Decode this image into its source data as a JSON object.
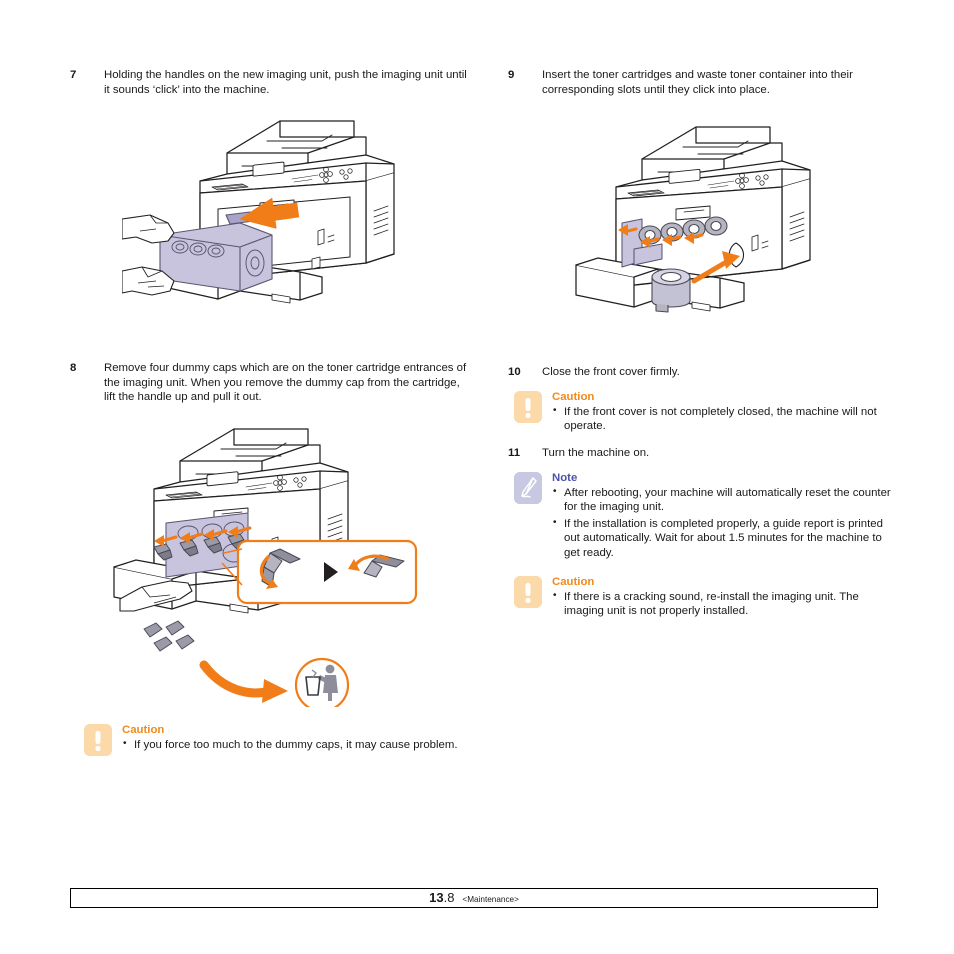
{
  "document": {
    "title": "Maintenance - Replacing the imaging unit",
    "page_number_major": "13",
    "page_number_minor": ".8",
    "section": "<Maintenance>"
  },
  "left_column": {
    "step7": {
      "number": "7",
      "text": "Holding the handles on the new imaging unit, push the imaging unit until it sounds ‘click’ into the machine."
    },
    "figure7": {
      "alt": "Printer with hands pushing the new imaging unit into the open front cover, orange arrow indicating push direction"
    },
    "step8": {
      "number": "8",
      "text": "Remove four dummy caps which are on the toner cartridge entrances of the imaging unit. When you remove the dummy cap from the cartridge, lift the handle up and pull it out."
    },
    "figure8": {
      "alt": "Printer with four dummy caps being removed from the imaging unit, detail inset showing lift and pull, and a dispose-in-bin icon"
    },
    "caution1": {
      "title": "Caution",
      "icon": "exclamation-icon",
      "bullets": [
        "If you force too much to the dummy caps, it may cause problem."
      ]
    }
  },
  "right_column": {
    "step9": {
      "number": "9",
      "text": "Insert the toner cartridges and waste toner container into their corresponding slots until they click into place."
    },
    "figure9": {
      "alt": "Printer with toner cartridges and waste toner container being inserted into their slots, orange dashed arrows"
    },
    "step10": {
      "number": "10",
      "text": "Close the front cover firmly."
    },
    "caution2": {
      "title": "Caution",
      "icon": "exclamation-icon",
      "bullets": [
        "If the front cover is not completely closed, the machine will not operate."
      ]
    },
    "step11": {
      "number": "11",
      "text": "Turn the machine on."
    },
    "note1": {
      "title": "Note",
      "icon": "pen-icon",
      "bullets": [
        "After rebooting, your machine will automatically reset the counter for the imaging unit.",
        "If the installation is completed properly, a guide report is printed out automatically. Wait for about 1.5 minutes for the machine to get ready."
      ]
    },
    "caution3": {
      "title": "Caution",
      "icon": "exclamation-icon",
      "bullets": [
        "If there is a cracking sound, re-install the imaging unit. The imaging unit is not properly installed."
      ]
    }
  },
  "colors": {
    "caution_accent": "#f08a1c",
    "caution_badge": "#fbd9a9",
    "note_accent": "#4b54a8",
    "note_badge": "#c9c8e2",
    "illustration_line": "#231f20",
    "illustration_arrow": "#f07d18",
    "illustration_part": "#c8c4de",
    "illustration_shade": "#8f8fa6"
  }
}
